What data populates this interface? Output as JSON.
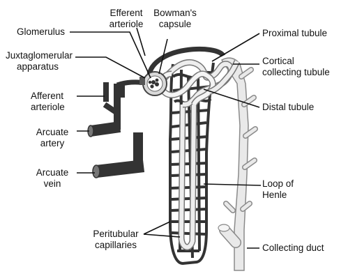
{
  "labels": {
    "efferent_arteriole_top": "Efferent",
    "efferent_arteriole_bottom": "arteriole",
    "bowmans_capsule_top": "Bowman's",
    "bowmans_capsule_bottom": "capsule",
    "glomerulus": "Glomerulus",
    "proximal_tubule": "Proximal tubule",
    "juxtaglomerular_top": "Juxtaglomerular",
    "juxtaglomerular_bottom": "apparatus",
    "cortical_collecting_top": "Cortical",
    "cortical_collecting_bottom": "collecting tubule",
    "afferent_arteriole_top": "Afferent",
    "afferent_arteriole_bottom": "arteriole",
    "distal_tubule": "Distal tubule",
    "arcuate_artery_top": "Arcuate",
    "arcuate_artery_bottom": "artery",
    "arcuate_vein_top": "Arcuate",
    "arcuate_vein_bottom": "vein",
    "loop_of_henle_top": "Loop of",
    "loop_of_henle_bottom": "Henle",
    "peritubular_top": "Peritubular",
    "peritubular_bottom": "capillaries",
    "collecting_duct": "Collecting duct"
  }
}
